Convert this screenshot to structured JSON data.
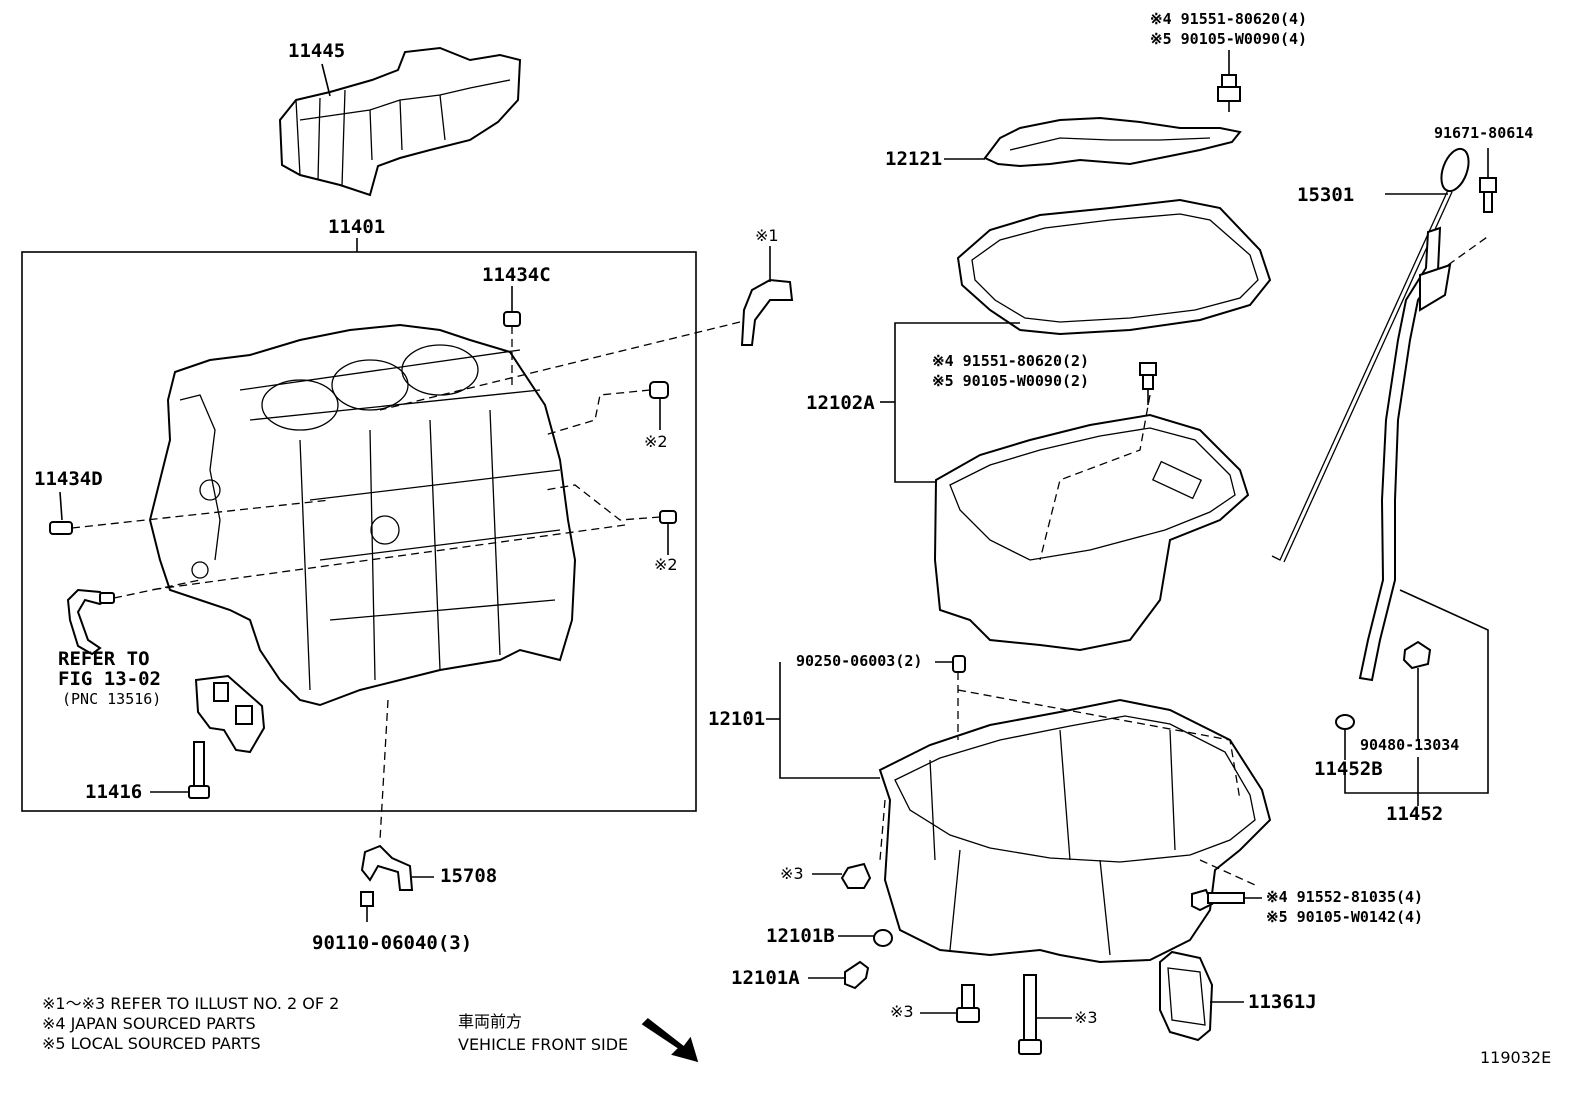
{
  "labels": {
    "p11445": "11445",
    "p11401": "11401",
    "p11434c": "11434C",
    "p11434d": "11434D",
    "p11416": "11416",
    "p15708": "15708",
    "p90110": "90110-06040(3)",
    "refer1": "REFER TO",
    "refer2": "FIG 13-02",
    "refer3": "(PNC 13516)",
    "mark1": "※1",
    "mark2a": "※2",
    "mark2b": "※2",
    "p12121": "12121",
    "p12102a": "12102A",
    "p12101": "12101",
    "p12101b": "12101B",
    "p12101a": "12101A",
    "p11361j": "11361J",
    "p15301": "15301",
    "p91671": "91671-80614",
    "p11452b": "11452B",
    "p11452": "11452",
    "p90480": "90480-13034",
    "p90250": "90250-06003(2)",
    "top4": "※4 91551-80620(4)",
    "top5": "※5 90105-W0090(4)",
    "mid4": "※4 91551-80620(2)",
    "mid5": "※5 90105-W0090(2)",
    "bot4": "※4 91552-81035(4)",
    "bot5": "※5 90105-W0142(4)",
    "mark3a": "※3",
    "mark3b": "※3",
    "mark3c": "※3"
  },
  "notes": {
    "n1": "※1～※3  REFER TO ILLUST NO. 2 OF 2",
    "n2": "※4 JAPAN SOURCED PARTS",
    "n3": "※5 LOCAL SOURCED PARTS",
    "front_jp": "車両前方",
    "front_en": "VEHICLE FRONT SIDE",
    "fig_id": "119032E"
  }
}
